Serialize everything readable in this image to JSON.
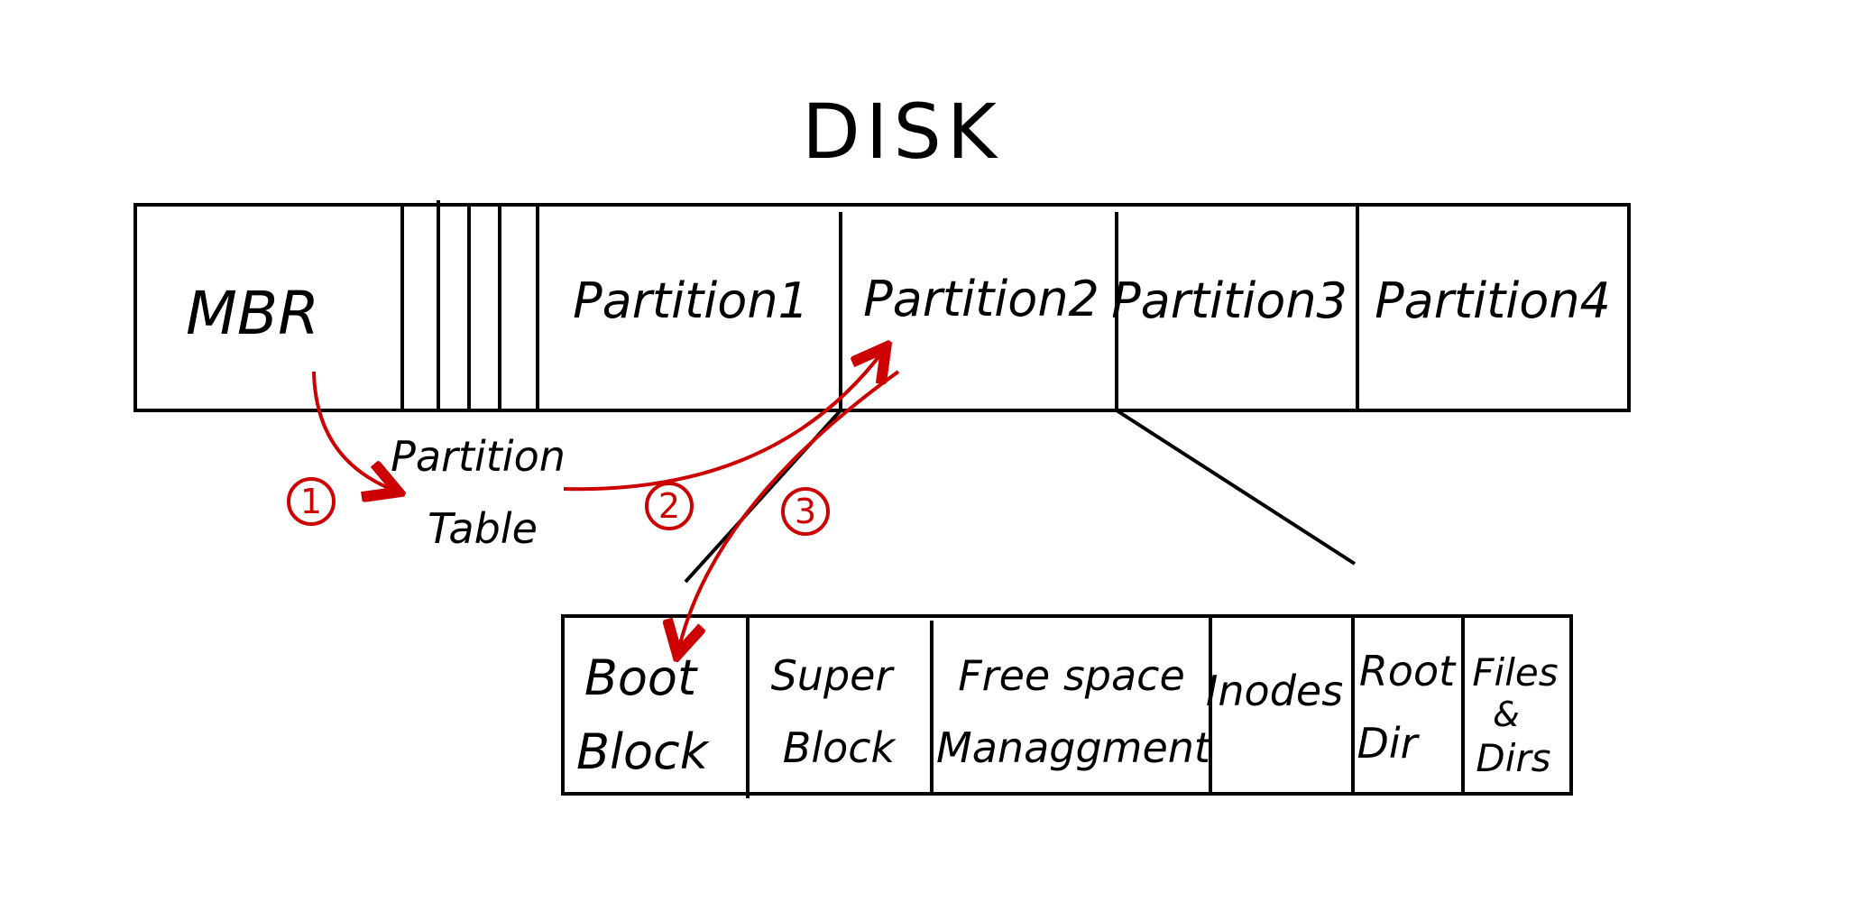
{
  "title": "DISK",
  "disk": {
    "mbr": "MBR",
    "partitions": [
      "Partition1",
      "Partition2",
      "Partition3",
      "Partition4"
    ]
  },
  "partition_table": {
    "line1": "Partition",
    "line2": "Table"
  },
  "steps": [
    "1",
    "2",
    "3"
  ],
  "detail": [
    [
      "Boot",
      "Block"
    ],
    [
      "Super",
      "Block"
    ],
    [
      "Free space",
      "Managgment"
    ],
    [
      "Inodes"
    ],
    [
      "Root",
      "Dir"
    ],
    [
      "Files",
      "&",
      "Dirs"
    ]
  ],
  "colors": {
    "ink": "#000000",
    "accent": "#cc0000",
    "background": "#ffffff"
  }
}
